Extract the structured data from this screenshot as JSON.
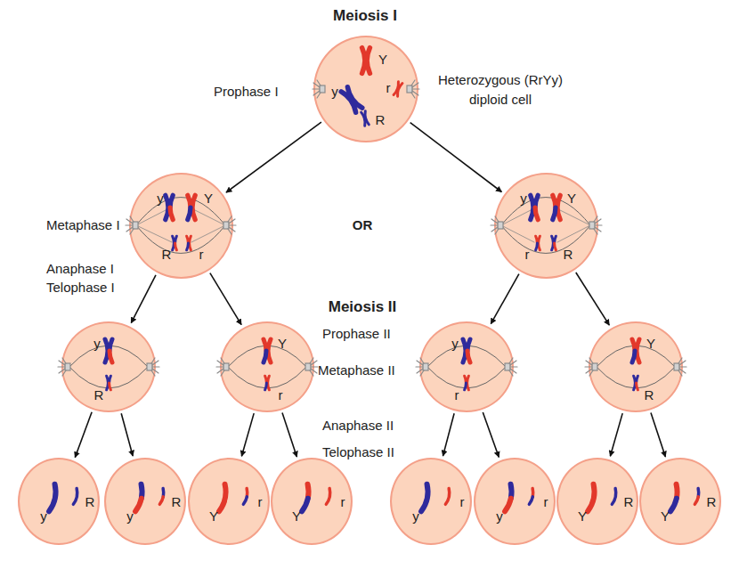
{
  "diagram": {
    "title": "Meiosis I",
    "nodes": [
      {
        "text": [
          "Y",
          "y",
          "r",
          "R"
        ]
      },
      {
        "text": [
          "y",
          "Y",
          "R",
          "r"
        ]
      },
      {
        "text": [
          "y",
          "Y",
          "r",
          "R"
        ]
      },
      {
        "text": [
          "y",
          "R"
        ]
      },
      {
        "text": [
          "Y",
          "r"
        ]
      },
      {
        "text": [
          "y",
          "r"
        ]
      },
      {
        "text": [
          "Y",
          "R"
        ]
      },
      {
        "text": [
          "y",
          "R"
        ]
      },
      {
        "text": [
          "y",
          "R"
        ]
      },
      {
        "text": [
          "Y",
          "r"
        ]
      },
      {
        "text": [
          "Y",
          "r"
        ]
      },
      {
        "text": [
          "y",
          "r"
        ]
      },
      {
        "text": [
          "y",
          "r"
        ]
      },
      {
        "text": [
          "Y",
          "R"
        ]
      },
      {
        "text": [
          "Y",
          "R"
        ]
      }
    ],
    "edges": [
      {
        "from": 0,
        "to": 1,
        "arrow": "to"
      },
      {
        "from": 0,
        "to": 2,
        "arrow": "to"
      },
      {
        "from": 1,
        "to": 3,
        "arrow": "to"
      },
      {
        "from": 1,
        "to": 4,
        "arrow": "to"
      },
      {
        "from": 2,
        "to": 5,
        "arrow": "to"
      },
      {
        "from": 2,
        "to": 6,
        "arrow": "to"
      },
      {
        "from": 3,
        "to": 7,
        "arrow": "to"
      },
      {
        "from": 3,
        "to": 8,
        "arrow": "to"
      },
      {
        "from": 4,
        "to": 9,
        "arrow": "to"
      },
      {
        "from": 4,
        "to": 10,
        "arrow": "to"
      },
      {
        "from": 5,
        "to": 11,
        "arrow": "to"
      },
      {
        "from": 5,
        "to": 12,
        "arrow": "to"
      },
      {
        "from": 6,
        "to": 13,
        "arrow": "to"
      },
      {
        "from": 6,
        "to": 14,
        "arrow": "to"
      }
    ],
    "labels": [
      "Prophase I",
      "Heterozygous (RrYy) diploid cell",
      "Metaphase I",
      "OR",
      "Anaphase I",
      "Telophase I",
      "Meiosis II",
      "Prophase II",
      "Metaphase II",
      "Anaphase II",
      "Telophase II"
    ]
  }
}
